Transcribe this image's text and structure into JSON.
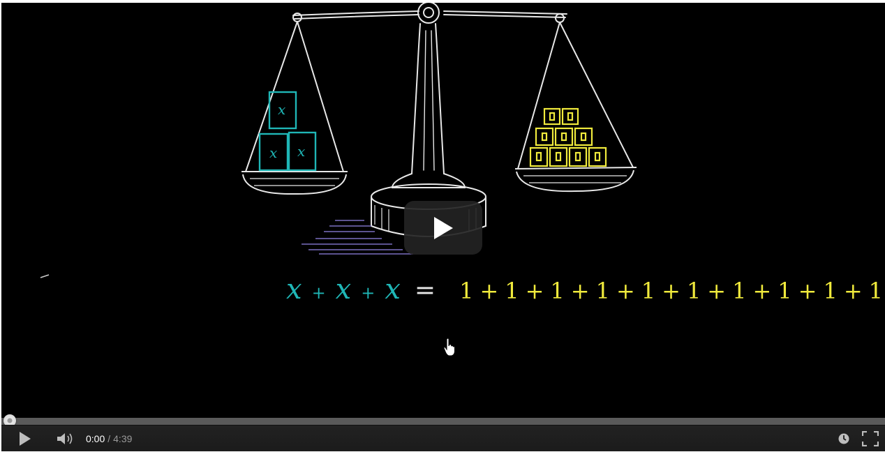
{
  "player": {
    "current_time": "0:00",
    "time_separator": "/",
    "duration": "4:39",
    "progress_fraction": 0.0
  },
  "equation": {
    "left": [
      "x",
      "+",
      "x",
      "+",
      "x"
    ],
    "equals": "=",
    "right": "1+1+1+1+1+1+1+1+1+1"
  },
  "colors": {
    "unknown_blocks": "#1fb6b6",
    "unit_blocks": "#f0ea3c",
    "scale_chalk": "#e8e8e8",
    "controls_bg": "#1b1b1b",
    "time_current": "#ffffff",
    "time_total": "#999999"
  },
  "icons": {
    "big_play": "play-icon",
    "play": "play-icon",
    "volume": "volume-icon",
    "watch_later": "clock-icon",
    "fullscreen": "fullscreen-icon"
  }
}
